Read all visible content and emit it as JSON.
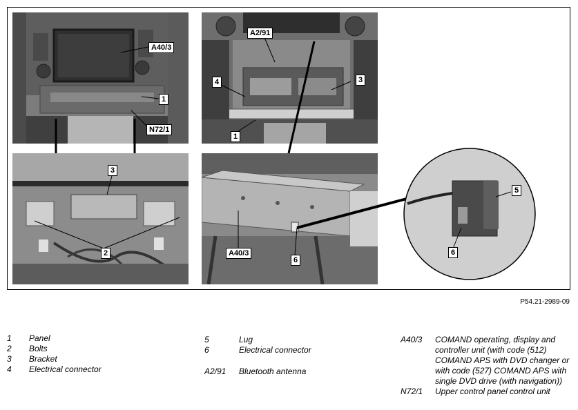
{
  "callouts": {
    "a40_3_top": "A40/3",
    "n72_1": "N72/1",
    "panel_1a": "1",
    "a2_91": "A2/91",
    "elec_4": "4",
    "bracket_3a": "3",
    "panel_1b": "1",
    "bracket_3b": "3",
    "bolts_2": "2",
    "a40_3_bottom": "A40/3",
    "conn_6a": "6",
    "lug_5": "5",
    "conn_6b": "6"
  },
  "figure_id": "P54.21-2989-09",
  "legend": {
    "col1": [
      {
        "key": "1",
        "text": "Panel"
      },
      {
        "key": "2",
        "text": "Bolts"
      },
      {
        "key": "3",
        "text": "Bracket"
      },
      {
        "key": "4",
        "text": "Electrical connector"
      }
    ],
    "col2": [
      {
        "key": "5",
        "text": "Lug"
      },
      {
        "key": "6",
        "text": "Electrical connector"
      },
      {
        "key": "A2/91",
        "text": "Bluetooth antenna"
      }
    ],
    "col3": [
      {
        "key": "A40/3",
        "text": "COMAND operating, display and controller unit (with code (512) COMAND APS with DVD changer or with code (527) COMAND APS with single DVD drive (with navigation))"
      },
      {
        "key": "N72/1",
        "text": "Upper control panel control unit"
      }
    ]
  }
}
